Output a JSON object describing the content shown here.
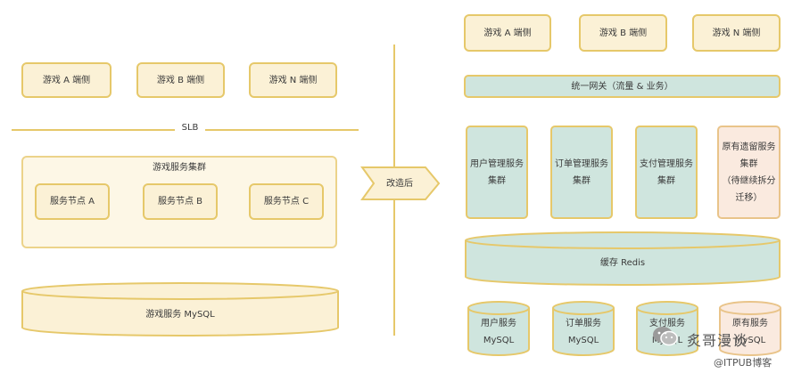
{
  "before": {
    "clients": [
      "游戏 A 端侧",
      "游戏 B 端侧",
      "游戏 N 端侧"
    ],
    "slb_label": "SLB",
    "cluster": {
      "title": "游戏服务集群",
      "nodes": [
        "服务节点 A",
        "服务节点 B",
        "服务节点 C"
      ]
    },
    "database": "游戏服务 MySQL"
  },
  "transition": {
    "label": "改造后"
  },
  "after": {
    "clients": [
      "游戏 A 端侧",
      "游戏 B 端侧",
      "游戏 N 端侧"
    ],
    "gateway": "统一网关（流量 & 业务）",
    "services": [
      {
        "line1": "用户管理服务",
        "line2": "集群"
      },
      {
        "line1": "订单管理服务",
        "line2": "集群"
      },
      {
        "line1": "支付管理服务",
        "line2": "集群"
      }
    ],
    "legacy_service": {
      "line1": "原有遗留服务",
      "line2": "集群",
      "line3": "（待继续拆分",
      "line4": "迁移）"
    },
    "cache": "缓存 Redis",
    "databases": [
      {
        "line1": "用户服务",
        "line2": "MySQL"
      },
      {
        "line1": "订单服务",
        "line2": "MySQL"
      },
      {
        "line1": "支付服务",
        "line2": "MySQL"
      },
      {
        "line1": "原有服务",
        "line2": "MySQL"
      }
    ]
  },
  "watermark": {
    "main": "炙哥漫谈",
    "sub": "@ITPUB博客"
  },
  "colors": {
    "border": "#e6c86a",
    "fill": "#fbf1d6",
    "green": "#cfe5de",
    "pink": "#faeadf"
  }
}
